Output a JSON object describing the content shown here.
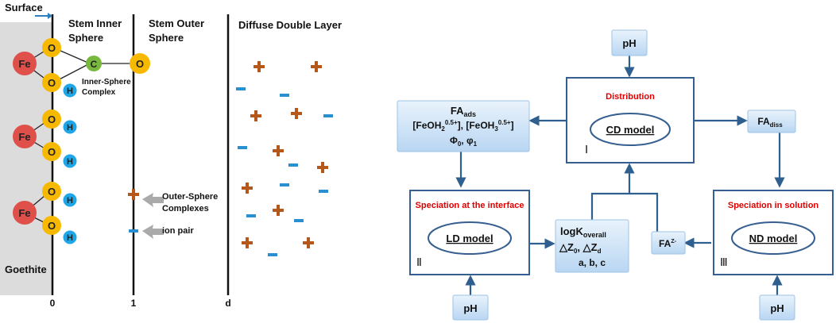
{
  "left_panel": {
    "surface_label": "Surface",
    "goethite_label": "Goethite",
    "column_headers": {
      "stem_inner_line1": "Stem Inner",
      "stem_inner_line2": "Sphere",
      "stem_outer_line1": "Stem Outer",
      "stem_outer_line2": "Sphere",
      "diffuse": "Diffuse Double Layer"
    },
    "axis_labels": {
      "zero": "0",
      "one": "1",
      "d": "d"
    },
    "atoms": {
      "fe": "Fe",
      "o": "O",
      "h": "H",
      "c": "C"
    },
    "inner_complex_line1": "Inner-Sphere",
    "inner_complex_line2": "Complex",
    "outer_complex_line1": "Outer-Sphere",
    "outer_complex_line2": "Complexes",
    "ion_pair": "ion pair",
    "colors": {
      "fe": "#e0504a",
      "o": "#f7b900",
      "h": "#1ea6e6",
      "c": "#79b83f",
      "plus": "#b5561a",
      "minus": "#2a8fd1",
      "surface": "#dcdcdc"
    }
  },
  "right_panel": {
    "distribution": "Distribution",
    "cd_model": "CD model",
    "roman_1": "Ⅰ",
    "speciation_interface": "Speciation at the interface",
    "ld_model": "LD model",
    "roman_2": "Ⅱ",
    "speciation_solution": "Speciation in solution",
    "nd_model": "ND model",
    "roman_3": "Ⅲ",
    "ph": "pH",
    "fa_ads": {
      "base": "FA",
      "sub": "ads"
    },
    "fa_species": {
      "open": "[FeOH",
      "sub1": "2",
      "sup1": "0.5+",
      "mid": "], [FeOH",
      "sub2": "3",
      "sup2": "0.5+",
      "close": "]"
    },
    "phi": {
      "phi0": "Φ",
      "sub0": "0",
      "sep": ", φ",
      "sub1": "1"
    },
    "fa_diss": {
      "base": "FA",
      "sub": "diss"
    },
    "fa_z": {
      "base": "FA",
      "sup": "Z-"
    },
    "logk": {
      "base": "logK",
      "sub": "overall"
    },
    "delta_z": {
      "d0": "△Z",
      "sub0": "0",
      "sep": ", △Z",
      "subd": "d"
    },
    "abc": "a, b, c"
  }
}
